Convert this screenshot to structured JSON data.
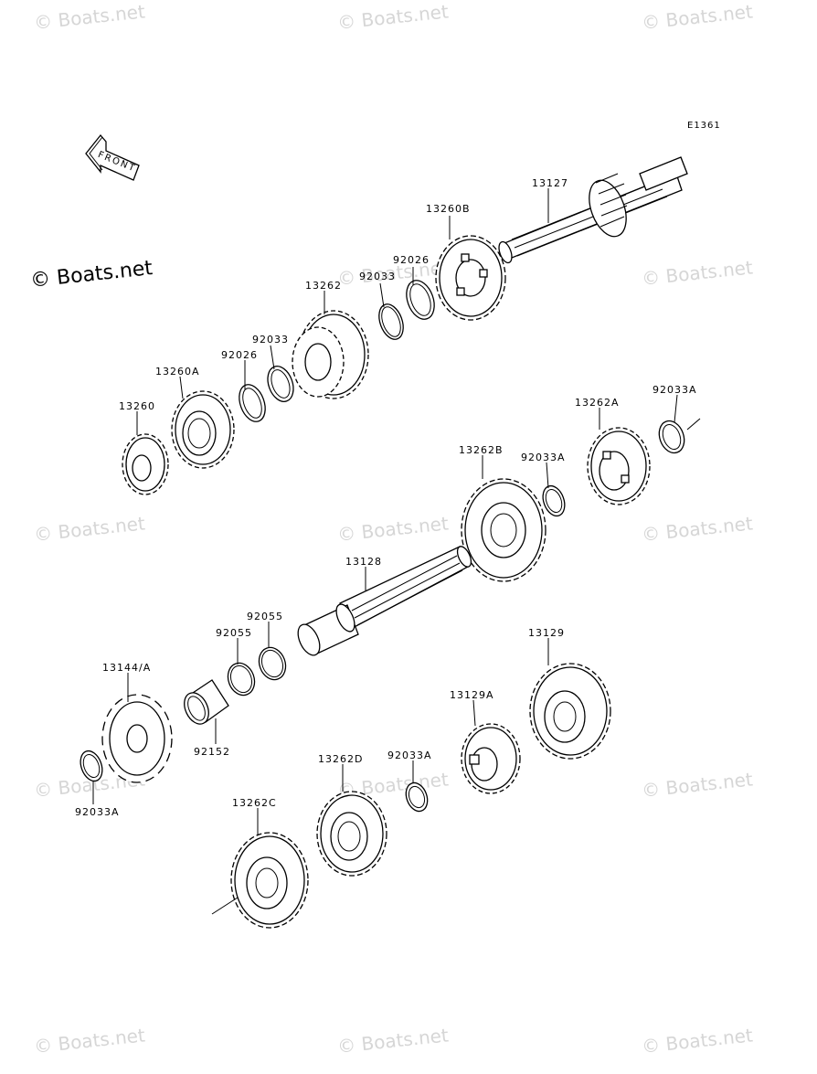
{
  "watermark": {
    "text": "© Boats.net"
  },
  "brand": {
    "text": "© Boats.net"
  },
  "figure_code": "E1361",
  "front_label": "FRONT",
  "callouts": {
    "p13127": "13127",
    "p13260B": "13260B",
    "p92026a": "92026",
    "p92033a": "92033",
    "p13262": "13262",
    "p92033b": "92033",
    "p92026b": "92026",
    "p13260A": "13260A",
    "p13260": "13260",
    "p13262A": "13262A",
    "p92033A_a": "92033A",
    "p13262B": "13262B",
    "p92033A_b": "92033A",
    "p13128": "13128",
    "p92055a": "92055",
    "p92055b": "92055",
    "p13144A": "13144/A",
    "p92152": "92152",
    "p92033A_c": "92033A",
    "p13129": "13129",
    "p13129A": "13129A",
    "p92033A_d": "92033A",
    "p13262D": "13262D",
    "p13262C": "13262C"
  }
}
